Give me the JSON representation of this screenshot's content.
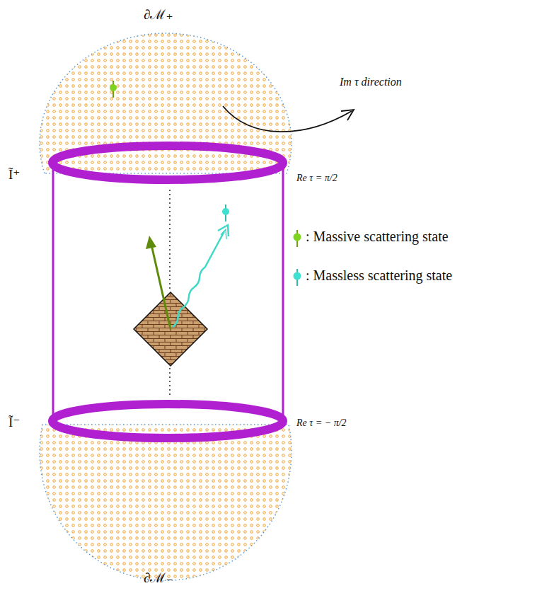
{
  "diagram": {
    "labels": [
      "∂ℳ₊",
      "Im τ direction",
      "Ĩ⁺",
      "Re τ = π/2",
      "Ĩ⁻",
      "Re τ = − π/2",
      "∂ℳ₋"
    ],
    "legend": [
      {
        "text": ": Massive scattering state"
      },
      {
        "text": ": Massless scattering state"
      }
    ]
  }
}
